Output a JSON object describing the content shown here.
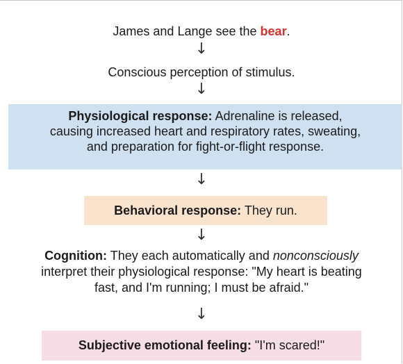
{
  "step1": {
    "prefix": "James and Lange see the ",
    "highlight": "bear",
    "suffix": ".",
    "highlight_color": "#d6312a"
  },
  "arrow_glyph": "↓",
  "step2": {
    "text": "Conscious perception of stimulus."
  },
  "physiological": {
    "label": "Physiological response:",
    "lines": [
      " Adrenaline is released,",
      "causing increased heart and respiratory rates, sweating,",
      "and preparation for fight-or-flight response."
    ],
    "color": "#cfe0f0"
  },
  "behavioral": {
    "label": "Behavioral response:",
    "text": " They run.",
    "color": "#fae3cd"
  },
  "cognition": {
    "label": "Cognition:",
    "line1_text": " They each automatically and ",
    "line1_italic": "nonconsciously",
    "line2": "interpret their physiological response: \"My heart is beating",
    "line3": "fast, and I'm running; I must be afraid.\""
  },
  "subjective": {
    "label": "Subjective emotional feeling:",
    "text": " \"I'm scared!\"",
    "color": "#f7dde6"
  }
}
